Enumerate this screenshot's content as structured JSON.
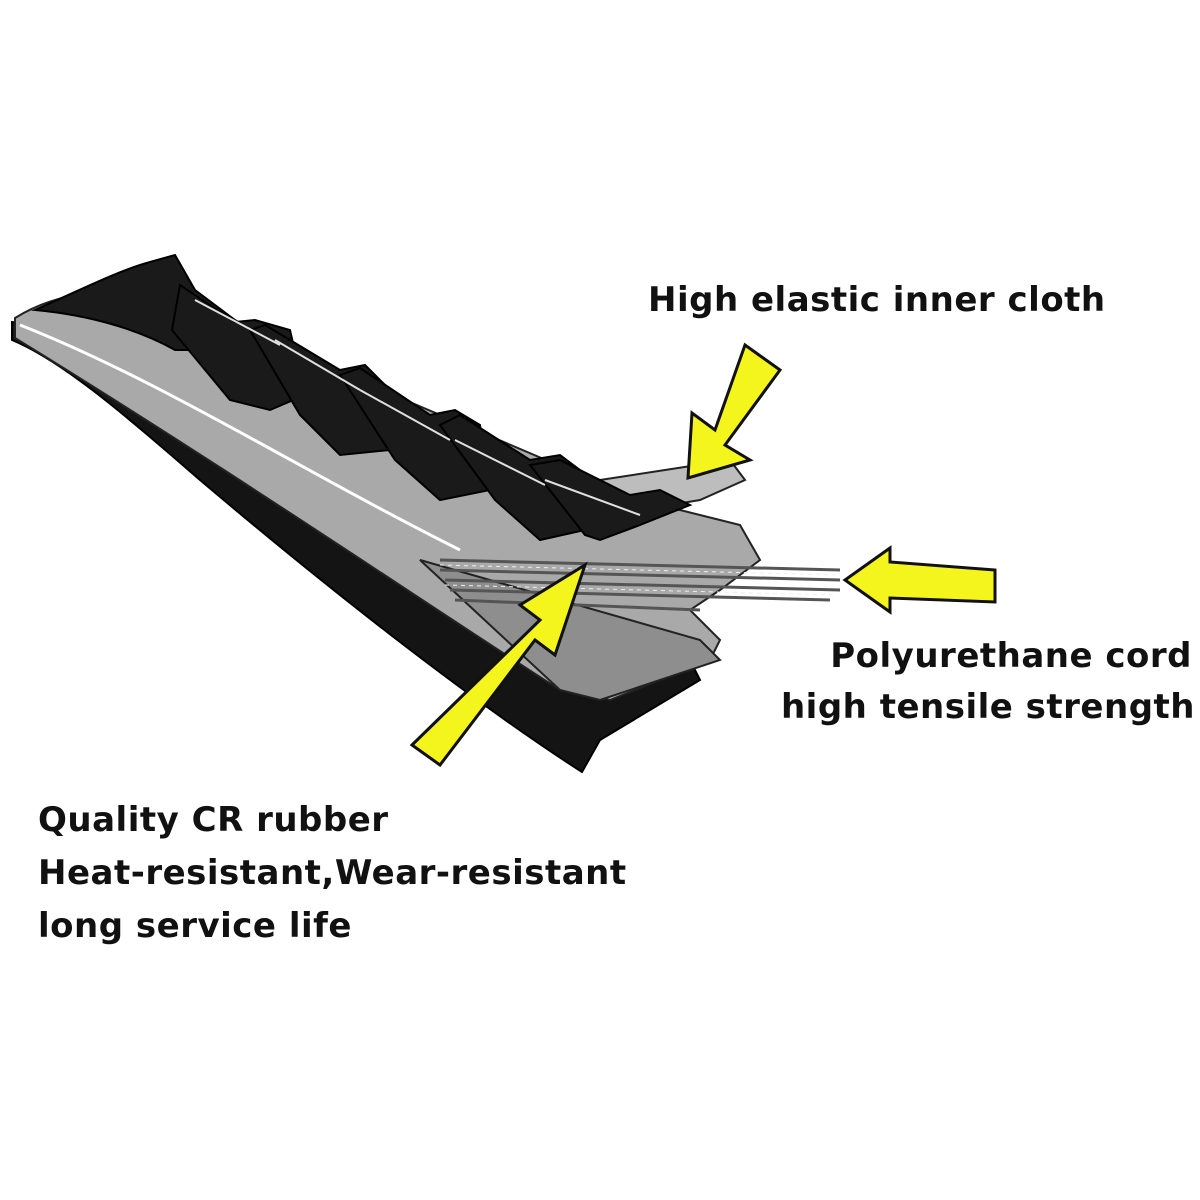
{
  "labels": {
    "inner_cloth": "High elastic inner cloth",
    "cord_line1": "Polyurethane cord",
    "cord_line2": "high tensile strength",
    "rubber_line1": "Quality CR rubber",
    "rubber_line2": "Heat-resistant,Wear-resistant",
    "rubber_line3": "long service life"
  },
  "colors": {
    "arrow": "#f5f51e",
    "tooth": "#1a1a1a",
    "belt_gray": "#a8a8a8",
    "back_black": "#141414"
  }
}
